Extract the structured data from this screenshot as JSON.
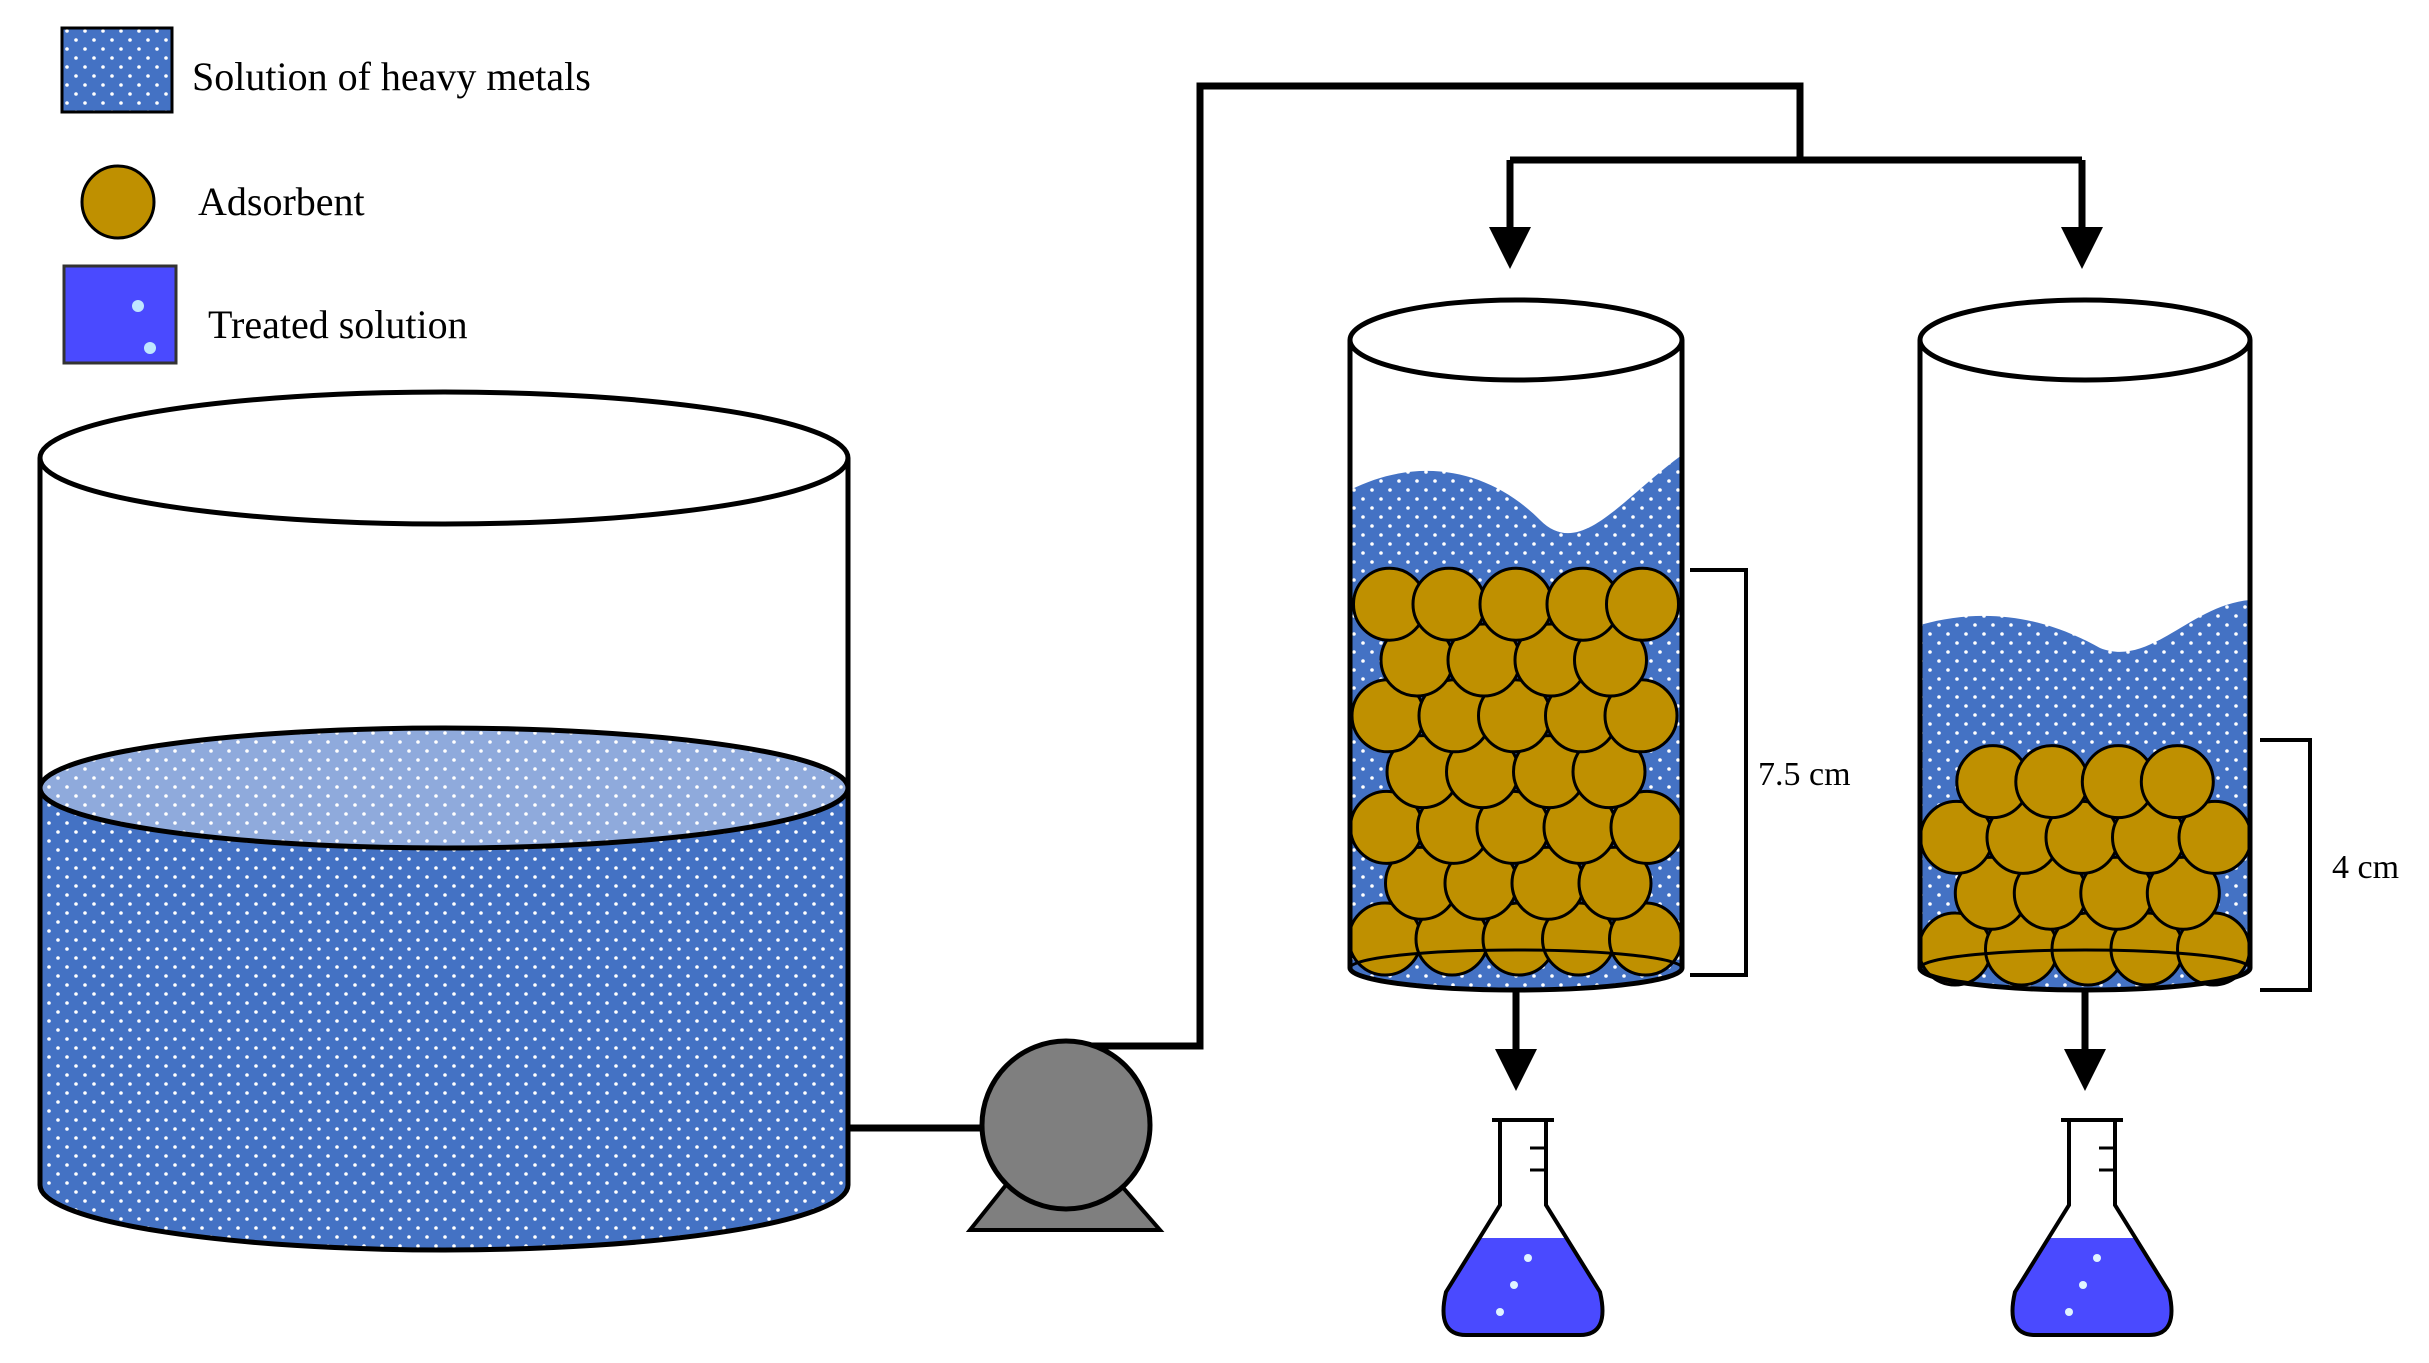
{
  "legend": {
    "items": [
      {
        "key": "solution",
        "label": "Solution of heavy metals",
        "icon": "dotted-blue-square"
      },
      {
        "key": "adsorbent",
        "label": "Adsorbent",
        "icon": "brown-sphere"
      },
      {
        "key": "treated",
        "label": "Treated solution",
        "icon": "bright-blue-square-with-bubbles"
      }
    ]
  },
  "columns": [
    {
      "key": "left",
      "bed_height_label": "7.5 cm"
    },
    {
      "key": "right",
      "bed_height_label": "4 cm"
    }
  ],
  "colors": {
    "solution": "#4472c4",
    "adsorbent": "#bf9000",
    "treated": "#4a4aff",
    "pump": "#7f7f7f",
    "stroke": "#000000"
  }
}
